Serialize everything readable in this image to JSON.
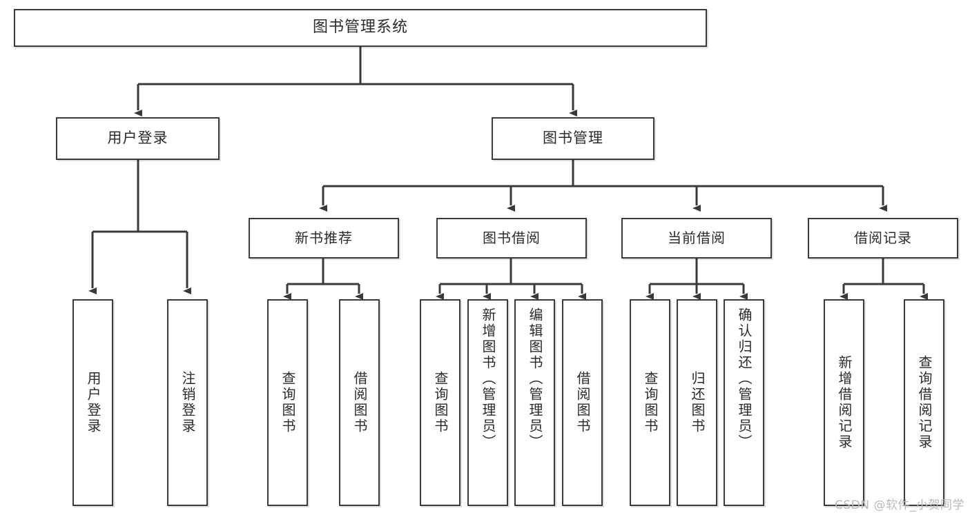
{
  "diagram": {
    "title": "图书管理系统",
    "type": "tree",
    "line_color": "#3a3a3a",
    "box_fill": "#ffffff",
    "text_color": "#2b2b2b",
    "watermark": "CSDN @软件_小贺同学",
    "nodes": {
      "root": {
        "label": "图书管理系统"
      },
      "level1": [
        {
          "label": "用户登录"
        },
        {
          "label": "图书管理"
        }
      ],
      "level2": [
        {
          "label": "新书推荐"
        },
        {
          "label": "图书借阅"
        },
        {
          "label": "当前借阅"
        },
        {
          "label": "借阅记录"
        }
      ],
      "leaves": {
        "user_login": [
          {
            "label": "用户登录"
          },
          {
            "label": "注销登录"
          }
        ],
        "new_book_recommend": [
          {
            "label": "查询图书"
          },
          {
            "label": "借阅图书"
          }
        ],
        "book_borrow": [
          {
            "label": "查询图书"
          },
          {
            "label": "新增图书（管理员）"
          },
          {
            "label": "编辑图书（管理员）"
          },
          {
            "label": "借阅图书"
          }
        ],
        "current_borrow": [
          {
            "label": "查询图书"
          },
          {
            "label": "归还图书"
          },
          {
            "label": "确认归还（管理员）"
          }
        ],
        "borrow_record": [
          {
            "label": "新增借阅记录"
          },
          {
            "label": "查询借阅记录"
          }
        ]
      }
    }
  }
}
